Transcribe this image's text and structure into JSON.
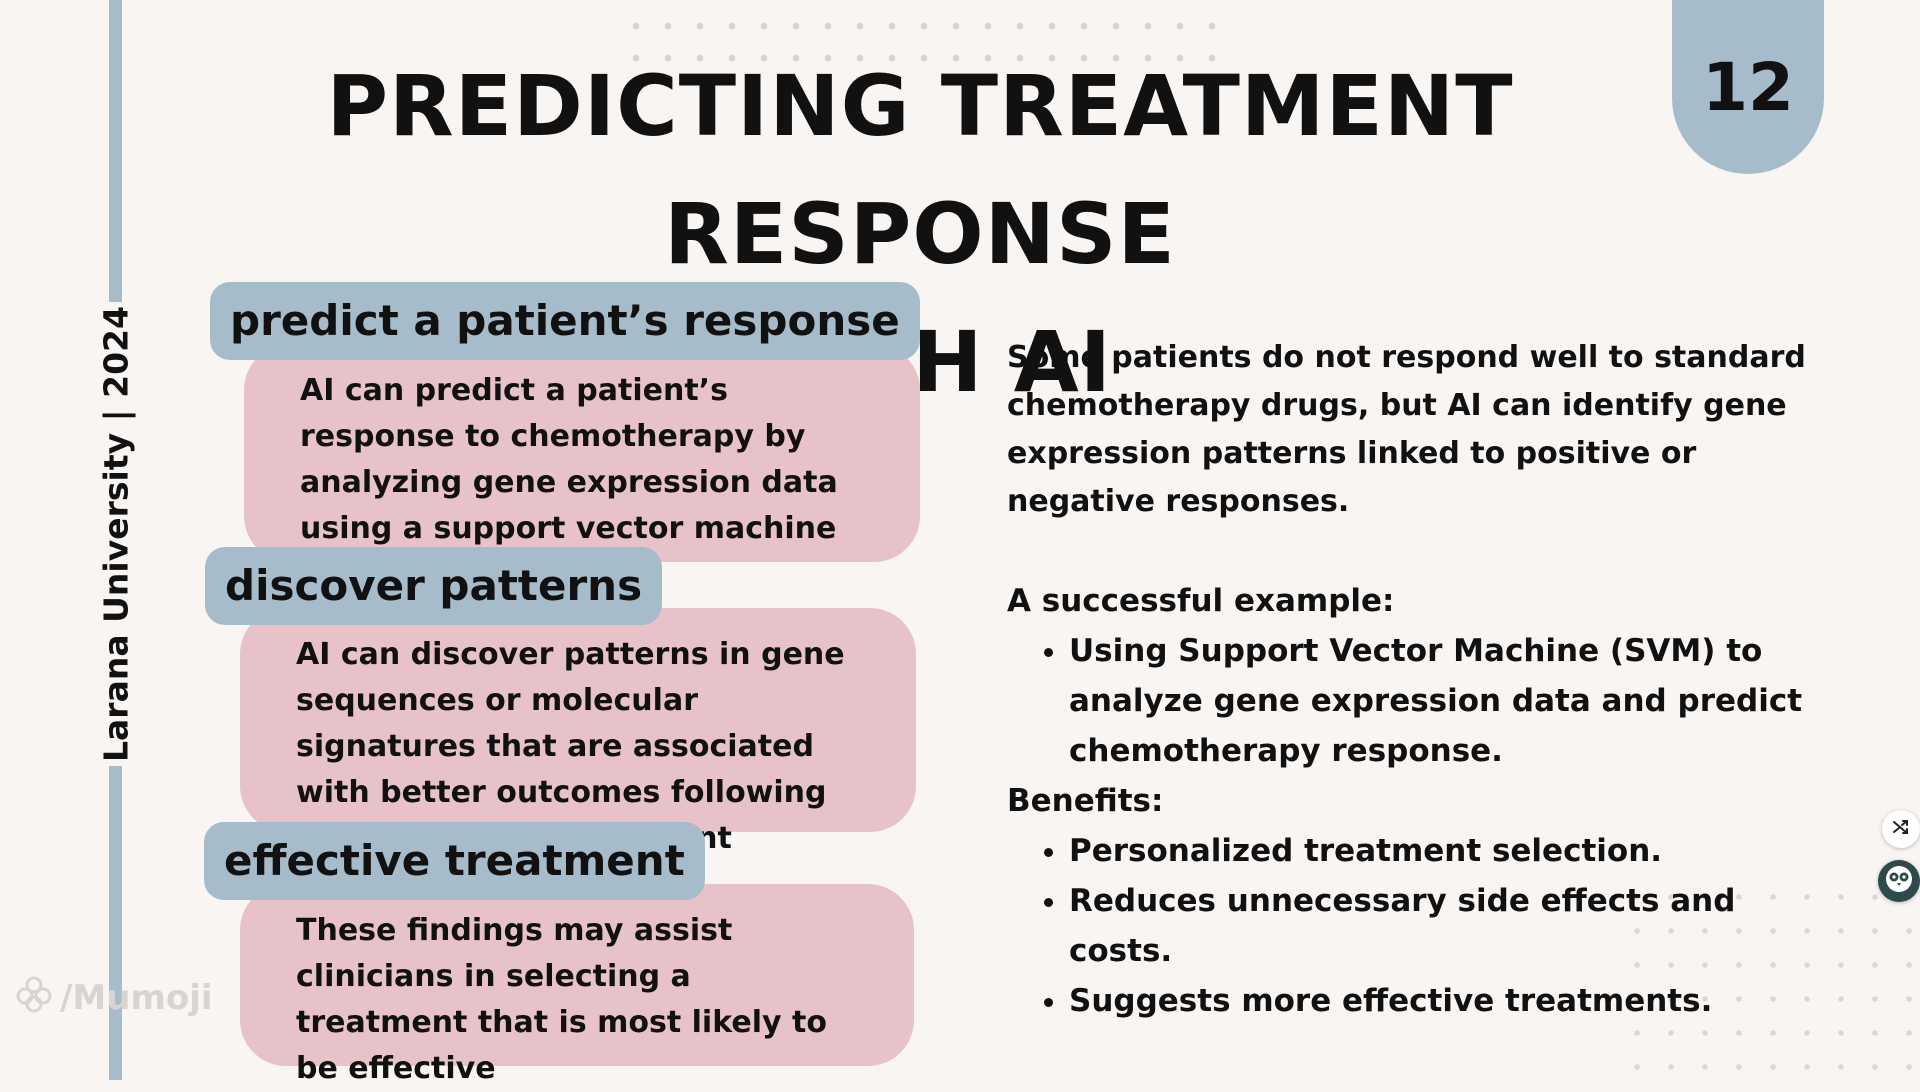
{
  "slide": {
    "title_line1": "PREDICTING TREATMENT RESPONSE",
    "title_line2": "WITH AI",
    "page_number": "12",
    "side_label": "Larana University | 2024"
  },
  "sections": [
    {
      "heading": "predict a patient’s response",
      "body": "AI can predict a patient’s response to chemotherapy by analyzing gene expression data using a support vector machine"
    },
    {
      "heading": "discover patterns",
      "body": "AI can discover patterns in gene sequences or molecular signatures that are associated with better outcomes following non-traditional treatment"
    },
    {
      "heading": "effective treatment",
      "body": "These findings may assist clinicians in selecting a treatment that is most likely to be effective"
    }
  ],
  "right_column": {
    "intro": "Some patients do not respond well to standard chemotherapy drugs, but AI can identify gene expression patterns linked to positive or negative responses.",
    "example_label": "A successful example:",
    "example_items": [
      "Using Support Vector Machine (SVM) to analyze gene expression data and predict chemotherapy response."
    ],
    "benefits_label": "Benefits:",
    "benefits_items": [
      "Personalized treatment selection.",
      "Reduces unnecessary side effects and costs.",
      "Suggests more effective treatments."
    ]
  },
  "watermark": {
    "text": "/Mumoji"
  },
  "icons": {
    "watermark": "flower-logo-icon",
    "widget_1": "shuffle-icon",
    "widget_2": "owl-icon"
  },
  "colors": {
    "background": "#f9f5f3",
    "accent_blue": "#a7bccb",
    "card_pink": "#e8c2c9",
    "text": "#111111"
  }
}
